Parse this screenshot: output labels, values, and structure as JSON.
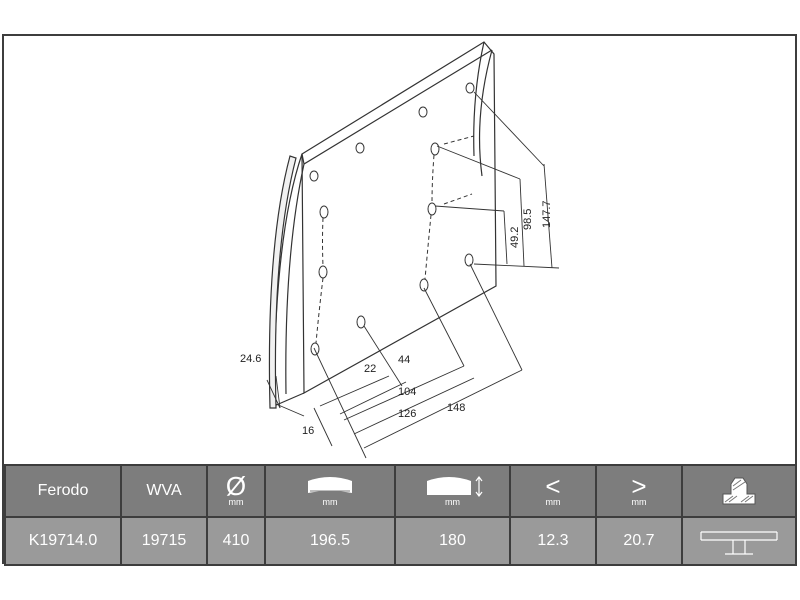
{
  "dimensions": {
    "d24_6": "24.6",
    "d22": "22",
    "d44": "44",
    "d104": "104",
    "d126": "126",
    "d148": "148",
    "d16": "16",
    "d49_2": "49.2",
    "d98_5": "98.5",
    "d147_7": "147.7"
  },
  "table": {
    "headers": {
      "brand": "Ferodo",
      "wva": "WVA",
      "diameter_symbol": "Ø",
      "unit": "mm",
      "less_symbol": "<",
      "greater_symbol": ">"
    },
    "icons": {
      "diameter": "diameter-icon",
      "width": "lining-width-icon",
      "height": "lining-height-icon",
      "min_thickness": "less-than-icon",
      "max_thickness": "greater-than-icon",
      "rivet": "rivet-icon",
      "rivet_profile": "rivet-profile-icon"
    },
    "values": {
      "ferodo": "K19714.0",
      "wva": "19715",
      "diameter": "410",
      "width": "196.5",
      "height": "180",
      "min_thickness": "12.3",
      "max_thickness": "20.7"
    }
  }
}
